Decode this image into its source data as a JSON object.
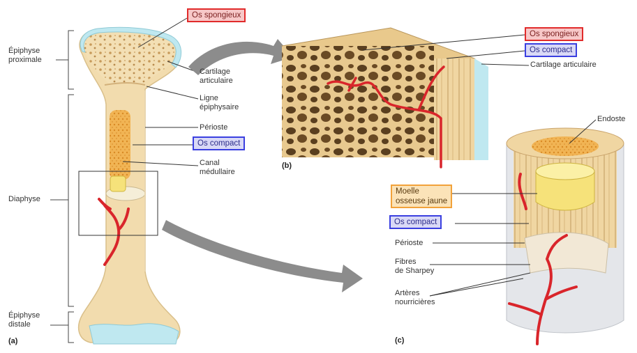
{
  "panels": {
    "a": "(a)",
    "b": "(b)",
    "c": "(c)"
  },
  "left": {
    "epiphyse_proximale": [
      "Épiphyse",
      "proximale"
    ],
    "diaphyse": "Diaphyse",
    "epiphyse_distale": [
      "Épiphyse",
      "distale"
    ]
  },
  "labels_a": {
    "os_spongieux": "Os spongieux",
    "cartilage": [
      "Cartilage",
      "articulaire"
    ],
    "ligne": [
      "Ligne",
      "épiphysaire"
    ],
    "perioste": "Périoste",
    "os_compact": "Os compact",
    "canal": [
      "Canal",
      "médullaire"
    ]
  },
  "labels_b": {
    "os_spongieux": "Os spongieux",
    "os_compact": "Os compact",
    "cartilage": "Cartilage articulaire"
  },
  "labels_c": {
    "endoste": "Endoste",
    "moelle": [
      "Moelle",
      "osseuse jaune"
    ],
    "os_compact": "Os compact",
    "perioste": "Périoste",
    "fibres": [
      "Fibres",
      "de Sharpey"
    ],
    "arteres": [
      "Artères",
      "nourricières"
    ]
  },
  "colors": {
    "bone": "#f2dcae",
    "spongy": "#e9c98c",
    "cartilage": "#bfe8f0",
    "artery": "#d9252b",
    "arrow": "#8c8c8c",
    "marrow": "#f6e27a"
  }
}
